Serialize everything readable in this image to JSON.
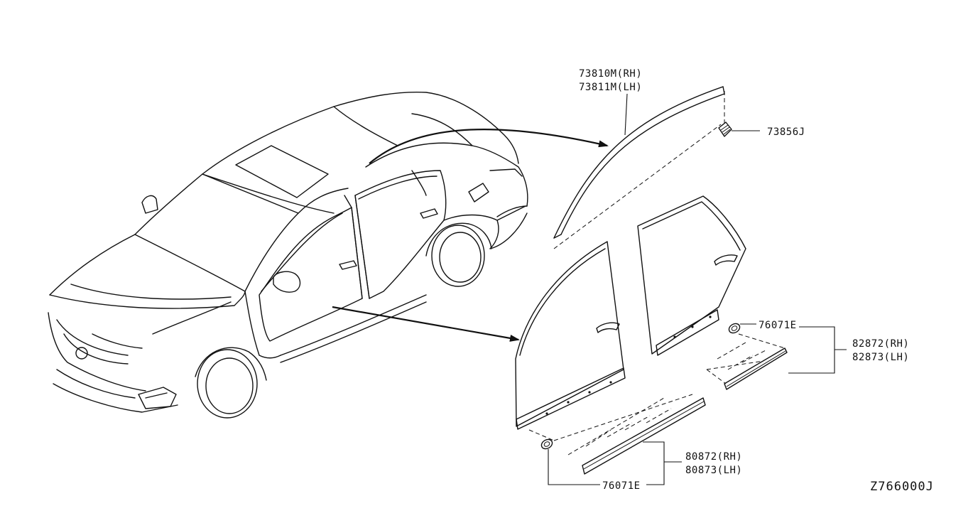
{
  "labels": {
    "drip_rh": "73810M(RH)",
    "drip_lh": "73811M(LH)",
    "clip_roof": "73856J",
    "clip_rear_door": "76071E",
    "rear_molding_rh": "82872(RH)",
    "rear_molding_lh": "82873(LH)",
    "front_molding_rh": "80872(RH)",
    "front_molding_lh": "80873(LH)",
    "clip_front_door": "76071E"
  },
  "diagram_code": "Z766000J"
}
